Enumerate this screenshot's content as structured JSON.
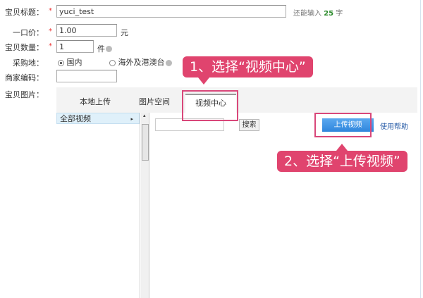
{
  "form": {
    "title_label": "宝贝标题：",
    "title_value": "yuci_test",
    "remaining_prefix": "还能输入",
    "remaining_count": "25",
    "remaining_suffix": "字",
    "price_label": "一口价：",
    "price_value": "1.00",
    "price_unit": "元",
    "quantity_label": "宝贝数量：",
    "quantity_value": "1",
    "quantity_unit": "件",
    "origin_label": "采购地：",
    "origin_options": [
      "国内",
      "海外及港澳台"
    ],
    "origin_selected": "国内",
    "merchant_code_label": "商家编码：",
    "merchant_code_value": "",
    "images_label": "宝贝图片：",
    "required_mark": "*"
  },
  "upload_panel": {
    "tabs": [
      {
        "label": "本地上传"
      },
      {
        "label": "图片空间"
      },
      {
        "label": "视频中心",
        "active": true
      }
    ],
    "tree_items": [
      "全部视频"
    ],
    "search_button": "搜索",
    "search_value": "",
    "upload_video_button": "上传视频",
    "help_link": "使用帮助"
  },
  "annotations": {
    "step1": "1、选择“视频中心”",
    "step2": "2、选择“上传视频”"
  },
  "colors": {
    "callout": "#e0446e",
    "count_green": "#2a8a2a",
    "upload_button": "#3d8fe0"
  }
}
